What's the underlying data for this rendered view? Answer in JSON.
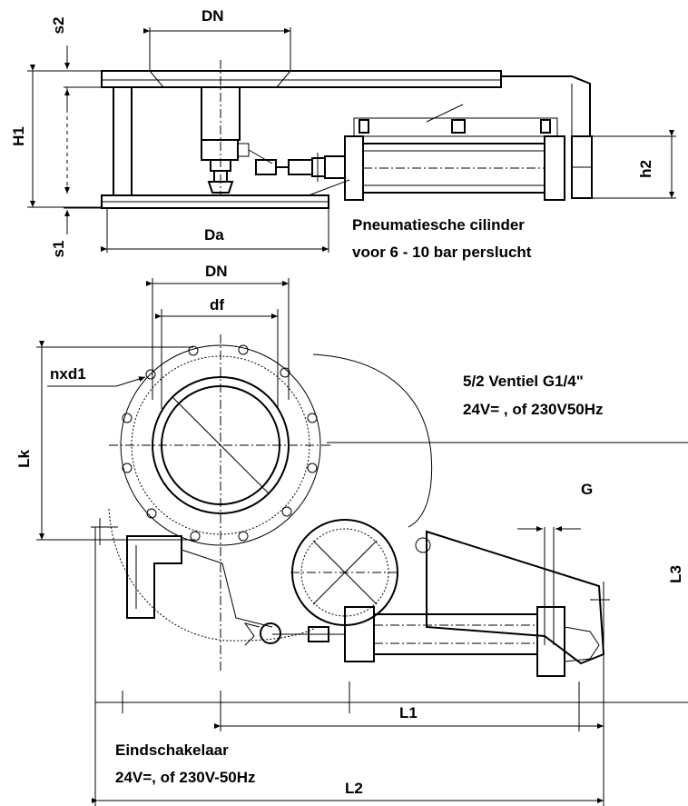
{
  "top_view": {
    "dn_label": "DN",
    "s2_label": "s2",
    "h1_label": "H1",
    "s1_label": "s1",
    "da_label": "Da",
    "h2_label": "h2",
    "cylinder_note_line1": "Pneumatiesche cilinder",
    "cylinder_note_line2": "voor 6 - 10 bar perslucht"
  },
  "plan_view": {
    "dn_label": "DN",
    "df_label": "df",
    "nxd1_label": "nxd1",
    "lk_label": "Lk",
    "valve_note_line1": "5/2 Ventiel  G1/4\"",
    "valve_note_line2": "24V= , of 230V50Hz",
    "g_label": "G",
    "l3_label": "L3",
    "l1_label": "L1",
    "l2_label": "L2",
    "switch_note_line1": "Eindschakelaar",
    "switch_note_line2": "24V=, of 230V-50Hz"
  }
}
